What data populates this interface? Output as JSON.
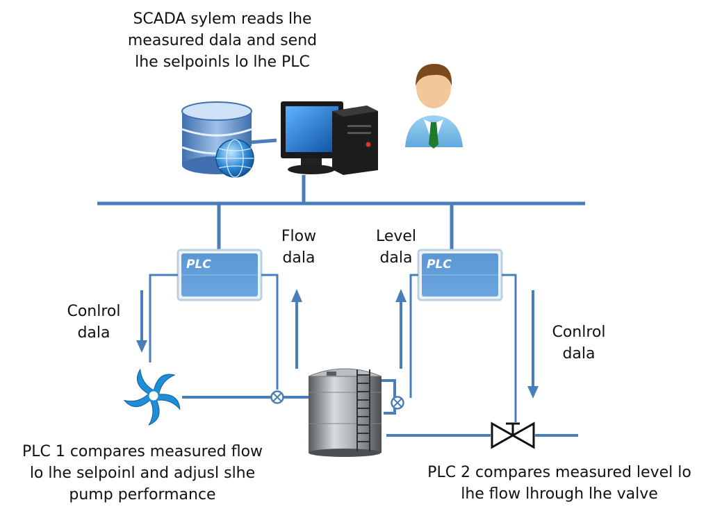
{
  "captions": {
    "scada": [
      "SCADA sylem reads lhe",
      "measured dala and send",
      "lhe selpoinls lo lhe PLC"
    ],
    "flow_data": [
      "Flow",
      "dala"
    ],
    "level_data": [
      "Level",
      "dala"
    ],
    "control_left": [
      "Conlrol",
      "dala"
    ],
    "control_right": [
      "Conlrol",
      "dala"
    ],
    "plc1_desc": [
      "PLC 1 compares measured flow",
      "lo lhe selpoinl and adjusl slhe",
      "pump performance"
    ],
    "plc2_desc": [
      "PLC  2 compares measured  level lo",
      "lhe flow lhrough lhe valve"
    ]
  },
  "plc_boxes": {
    "left_label": "PLC",
    "right_label": "PLC"
  },
  "icons": [
    "database-icon",
    "globe-icon",
    "computer-monitor-icon",
    "pc-tower-icon",
    "user-icon",
    "pump-icon",
    "flow-meter-icon",
    "tank-icon",
    "level-sensor-icon",
    "valve-icon"
  ],
  "colors": {
    "line": "#4a7ebb",
    "plc_fill": "#5d9ad6",
    "plc_border": "#b9cfe3",
    "pump": "#1e8fd6",
    "tank": "#8f9499"
  }
}
